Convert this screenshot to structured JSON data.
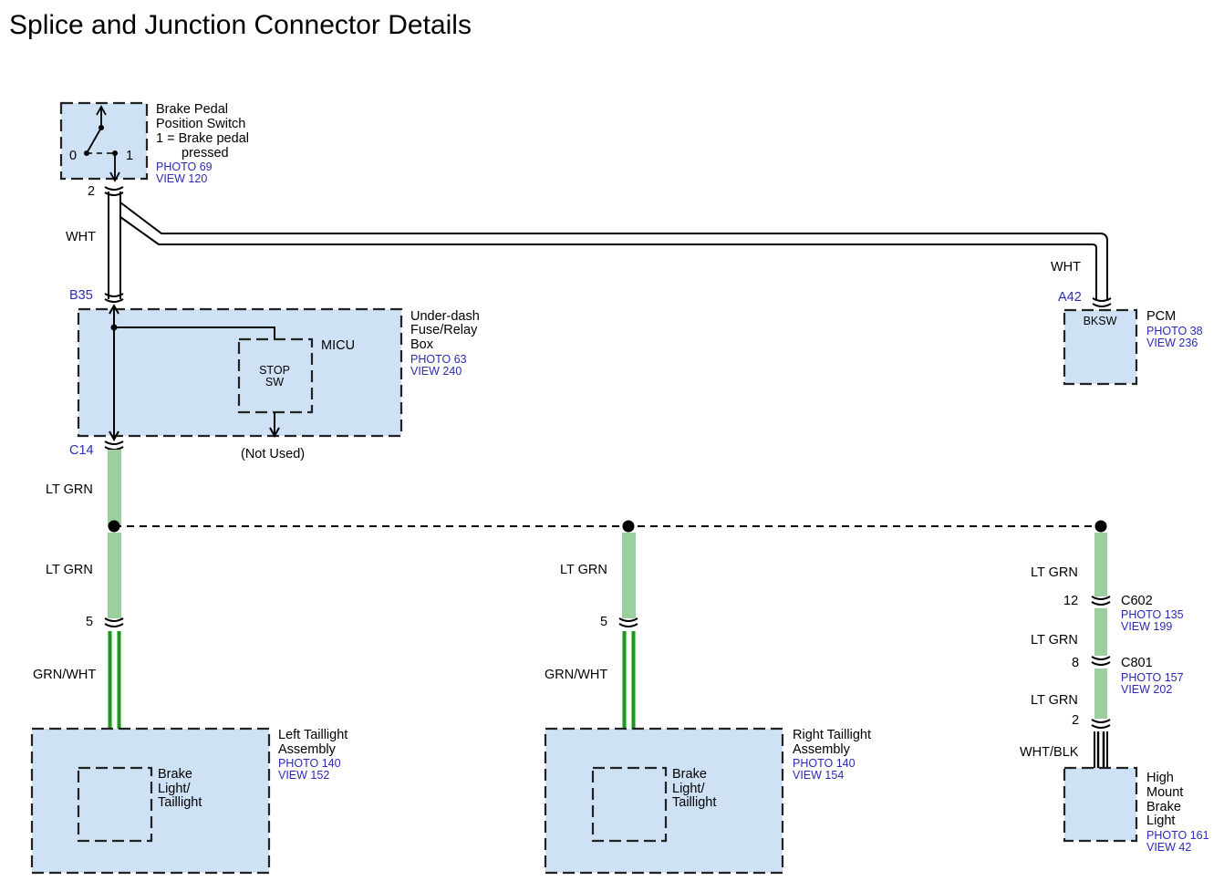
{
  "title": "Splice and Junction Connector Details",
  "brake_switch": {
    "name_line1": "Brake Pedal",
    "name_line2": "Position Switch",
    "desc_line1": "1 = Brake pedal",
    "desc_line2": "pressed",
    "photo": "PHOTO 69",
    "view": "VIEW 120",
    "pos0": "0",
    "pos1": "1",
    "pin": "2"
  },
  "wire_wht_left": "WHT",
  "wire_wht_right": "WHT",
  "fuse_box": {
    "connector_top": "B35",
    "connector_bottom": "C14",
    "name_line1": "Under-dash",
    "name_line2": "Fuse/Relay",
    "name_line3": "Box",
    "photo": "PHOTO 63",
    "view": "VIEW 240",
    "micu": "MICU",
    "stop_sw_line1": "STOP",
    "stop_sw_line2": "SW",
    "not_used": "(Not Used)"
  },
  "pcm": {
    "connector": "A42",
    "pin_name": "BKSW",
    "name": "PCM",
    "photo": "PHOTO 38",
    "view": "VIEW 236"
  },
  "wire_ltgrn_c14": "LT GRN",
  "left_branch": {
    "wire_upper": "LT GRN",
    "pin": "5",
    "wire_lower": "GRN/WHT",
    "name_line1": "Left Taillight",
    "name_line2": "Assembly",
    "photo": "PHOTO 140",
    "view": "VIEW 152",
    "lamp_line1": "Brake",
    "lamp_line2": "Light/",
    "lamp_line3": "Taillight"
  },
  "right_branch": {
    "wire_upper": "LT GRN",
    "pin": "5",
    "wire_lower": "GRN/WHT",
    "name_line1": "Right Taillight",
    "name_line2": "Assembly",
    "photo": "PHOTO 140",
    "view": "VIEW 154",
    "lamp_line1": "Brake",
    "lamp_line2": "Light/",
    "lamp_line3": "Taillight"
  },
  "high_mount": {
    "wire_1": "LT GRN",
    "c602_pin": "12",
    "c602": "C602",
    "c602_photo": "PHOTO 135",
    "c602_view": "VIEW 199",
    "wire_2": "LT GRN",
    "c801_pin": "8",
    "c801": "C801",
    "c801_photo": "PHOTO 157",
    "c801_view": "VIEW 202",
    "wire_3": "LT GRN",
    "lamp_pin": "2",
    "wire_4": "WHT/BLK",
    "name_line1": "High",
    "name_line2": "Mount",
    "name_line3": "Brake",
    "name_line4": "Light",
    "photo": "PHOTO 161",
    "view": "VIEW 42"
  },
  "colors": {
    "component_fill": "#cfe2f5",
    "lt_grn_wire": "#9ccf9f",
    "grn_wht_wire": "#1a9a1a",
    "reference_text": "#2b2bb5"
  }
}
